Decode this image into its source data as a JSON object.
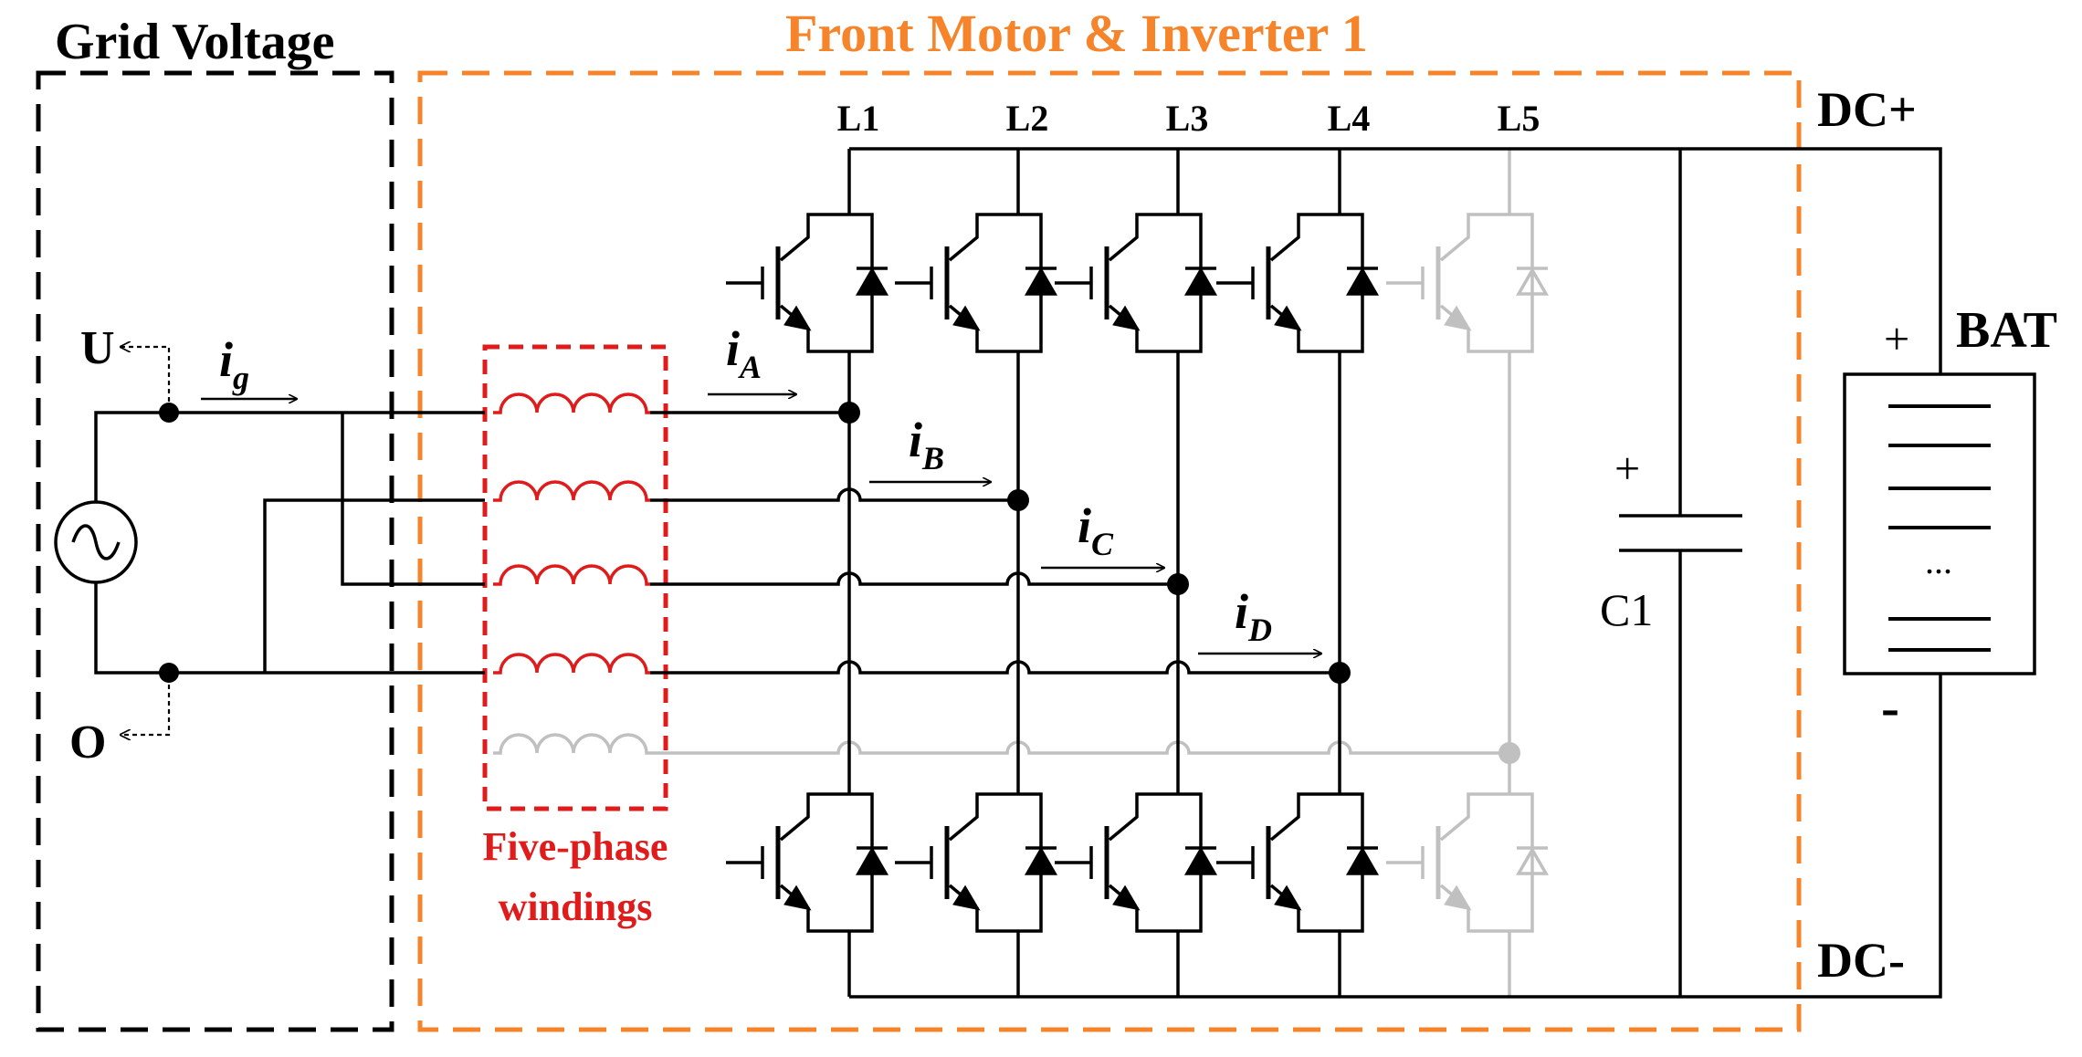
{
  "regions": {
    "grid_title": "Grid Voltage",
    "inverter_title": "Front Motor & Inverter 1",
    "windings_label_line1": "Five-phase",
    "windings_label_line2": "windings"
  },
  "legs": [
    "L1",
    "L2",
    "L3",
    "L4",
    "L5"
  ],
  "nodes": {
    "u": "U",
    "o": "O",
    "dc_plus": "DC+",
    "dc_minus": "DC-",
    "battery": "BAT",
    "battery_plus": "+",
    "battery_minus": "-",
    "battery_dots": "...",
    "capacitor": "C1",
    "capacitor_plus": "+"
  },
  "currents": {
    "ig": {
      "main": "i",
      "sub": "g"
    },
    "iA": {
      "main": "i",
      "sub": "A"
    },
    "iB": {
      "main": "i",
      "sub": "B"
    },
    "iC": {
      "main": "i",
      "sub": "C"
    },
    "iD": {
      "main": "i",
      "sub": "D"
    }
  },
  "colors": {
    "wire": "#000000",
    "inactive": "#c0c0c0",
    "grid_box": "#000000",
    "inverter_box": "#f5842a",
    "inverter_title": "#f5842a",
    "windings": "#e01b1b",
    "windings_label": "#e01b1b"
  }
}
